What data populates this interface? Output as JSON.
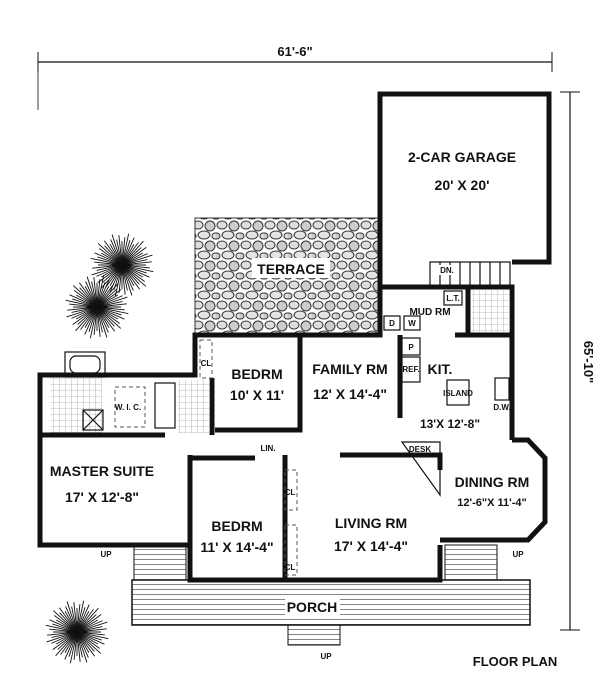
{
  "dimensions": {
    "width": "61'-6\"",
    "depth": "65'-10\""
  },
  "rooms": {
    "garage": {
      "name": "2-CAR GARAGE",
      "size": "20' X 20'"
    },
    "terrace": {
      "name": "TERRACE"
    },
    "mud_room": {
      "name": "MUD RM",
      "dn": "DN.",
      "lt": "L.T.",
      "dryer": "D",
      "washer": "W"
    },
    "family": {
      "name": "FAMILY RM",
      "size": "12' X 14'-4\""
    },
    "bedroom1": {
      "name": "BEDRM",
      "size": "10' X 11'"
    },
    "kitchen": {
      "name": "KIT.",
      "size": "13'X 12'-8\"",
      "island": "ISLAND",
      "ref": "REF.",
      "pantry": "P",
      "dw": "D.W.",
      "desk": "DESK"
    },
    "dining": {
      "name": "DINING RM",
      "size": "12'-6\"X 11'-4\""
    },
    "master": {
      "name": "MASTER SUITE",
      "size": "17' X 12'-8\"",
      "wic": "W. I. C."
    },
    "bedroom2": {
      "name": "BEDRM",
      "size": "11' X 14'-4\""
    },
    "living": {
      "name": "LIVING RM",
      "size": "17' X 14'-4\""
    },
    "porch": {
      "name": "PORCH"
    }
  },
  "closets": {
    "cl1": "CL",
    "cl2": "CL",
    "cl3": "CL",
    "lin": "LIN."
  },
  "stairs": {
    "up_left": "UP",
    "up_right": "UP",
    "up_front": "UP"
  },
  "title": "FLOOR PLAN"
}
